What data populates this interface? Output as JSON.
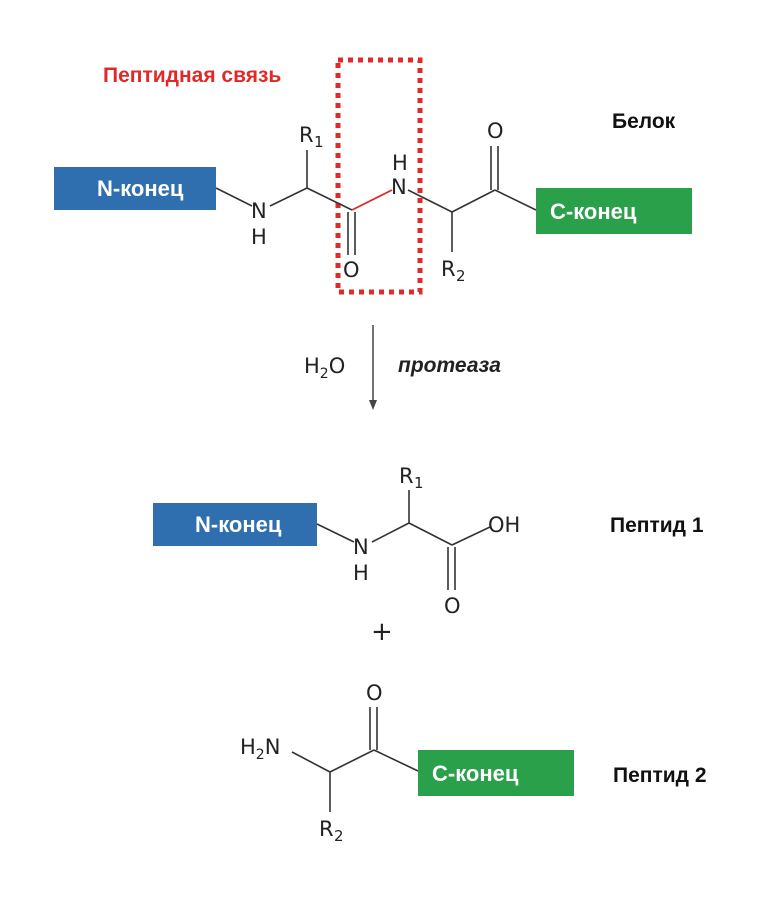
{
  "labels": {
    "peptide_bond": "Пептидная связь",
    "protein": "Белок",
    "n_terminus": "N-конец",
    "c_terminus": "C-конец",
    "water": "H2O",
    "water_main": "H",
    "water_sub": "2",
    "water_tail": "O",
    "protease": "протеаза",
    "plus": "+",
    "peptide1": "Пептид 1",
    "peptide2": "Пептид 2"
  },
  "atoms": {
    "N": "N",
    "H": "H",
    "O": "O",
    "OH": "OH",
    "R": "R",
    "sub1": "1",
    "sub2": "2",
    "H2N_H": "H",
    "H2N_sub": "2",
    "H2N_N": "N"
  },
  "colors": {
    "n_terminus_box": "#2f6fb0",
    "c_terminus_box": "#2aa04a",
    "highlight": "#e02a2a",
    "bond": "#333333",
    "text": "#222222"
  }
}
